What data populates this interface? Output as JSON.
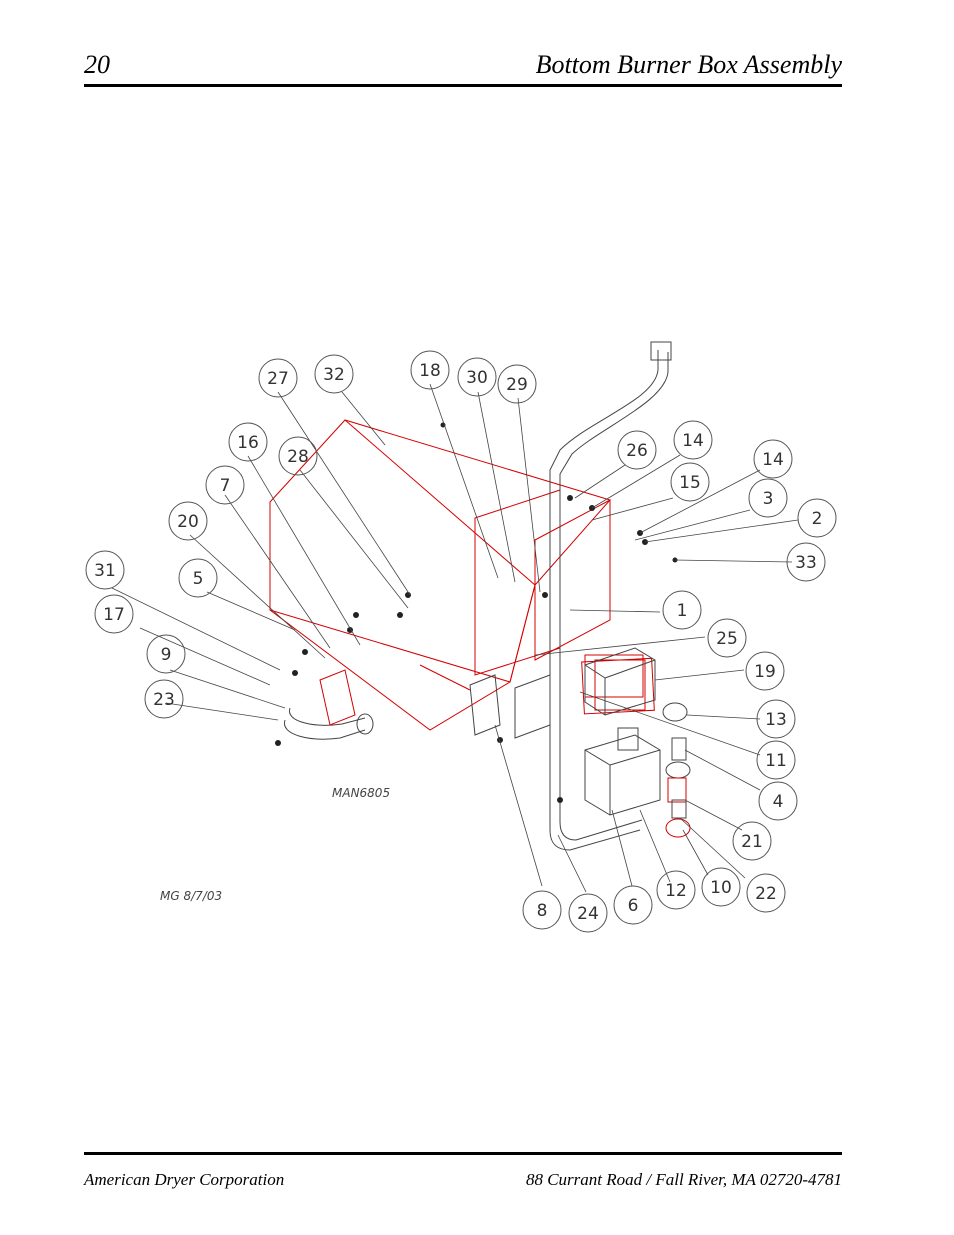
{
  "header": {
    "page_number": "20",
    "title": "Bottom Burner Box Assembly"
  },
  "footer": {
    "company": "American Dryer Corporation",
    "address": "88 Currant Road / Fall River, MA 02720-4781"
  },
  "diagram": {
    "drawing_number": "MAN6805",
    "drafter_date": "MG 8/7/03",
    "callouts": [
      "27",
      "32",
      "18",
      "30",
      "29",
      "16",
      "28",
      "26",
      "14",
      "14",
      "7",
      "15",
      "3",
      "2",
      "20",
      "33",
      "31",
      "5",
      "17",
      "1",
      "25",
      "9",
      "19",
      "23",
      "13",
      "11",
      "4",
      "21",
      "10",
      "22",
      "8",
      "24",
      "6",
      "12"
    ]
  }
}
